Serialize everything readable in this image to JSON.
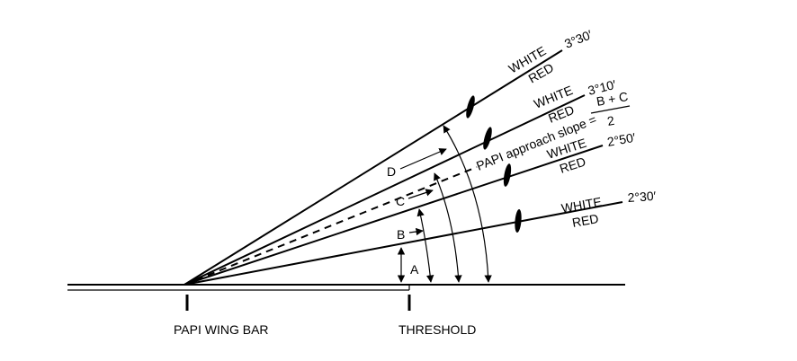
{
  "labels": {
    "wing_bar": "PAPI WING BAR",
    "threshold": "THRESHOLD",
    "arc_a": "A",
    "arc_b": "B",
    "arc_c": "C",
    "arc_d": "D",
    "slope_text": "PAPI approach slope =",
    "slope_numerator": "B + C",
    "slope_denominator": "2"
  },
  "beams": [
    {
      "angle": "3°30′",
      "upper": "WHITE",
      "lower": "RED"
    },
    {
      "angle": "3°10′",
      "upper": "WHITE",
      "lower": "RED"
    },
    {
      "angle": "2°50′",
      "upper": "WHITE",
      "lower": "RED"
    },
    {
      "angle": "2°30′",
      "upper": "WHITE",
      "lower": "RED"
    }
  ]
}
